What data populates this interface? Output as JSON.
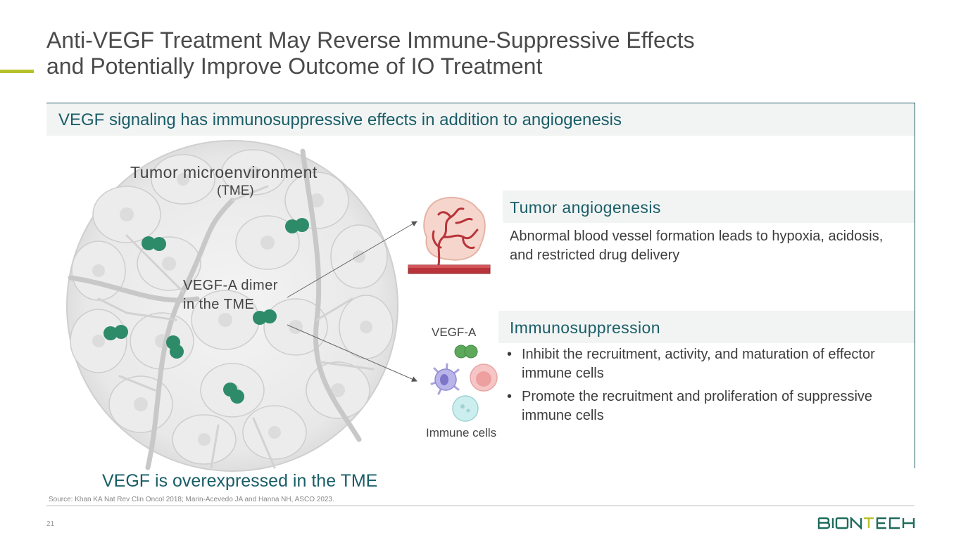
{
  "title": {
    "line1": "Anti-VEGF Treatment May Reverse Immune-Suppressive Effects",
    "line2": "and Potentially Improve Outcome of IO Treatment"
  },
  "banner": "VEGF signaling has immunosuppressive effects in addition to angiogenesis",
  "tme": {
    "title": "Tumor microenvironment",
    "subtitle": "(TME)",
    "dimer_line1": "VEGF-A dimer",
    "dimer_line2": "in the TME",
    "caption": "VEGF is overexpressed in the TME"
  },
  "angiogenesis": {
    "title": "Tumor angiogenesis",
    "body": "Abnormal blood vessel formation leads to hypoxia, acidosis, and restricted drug delivery"
  },
  "immunosuppression": {
    "title": "Immunosuppression",
    "bullets": [
      "Inhibit the recruitment, activity, and maturation of effector immune cells",
      "Promote the recruitment and proliferation of suppressive immune cells"
    ],
    "bullet_char": "•"
  },
  "icons": {
    "vegfa_label": "VEGF-A",
    "immune_label": "Immune cells"
  },
  "footer": {
    "source": "Source: Khan KA Nat Rev Clin Oncol 2018; Marin-Acevedo JA and Hanna NH, ASCO 2023.",
    "page_number": "21",
    "logo_text": "BIONTECH"
  },
  "colors": {
    "accent": "#b7c22a",
    "teal": "#1a5e68",
    "dimer_green": "#2e8b6a"
  }
}
